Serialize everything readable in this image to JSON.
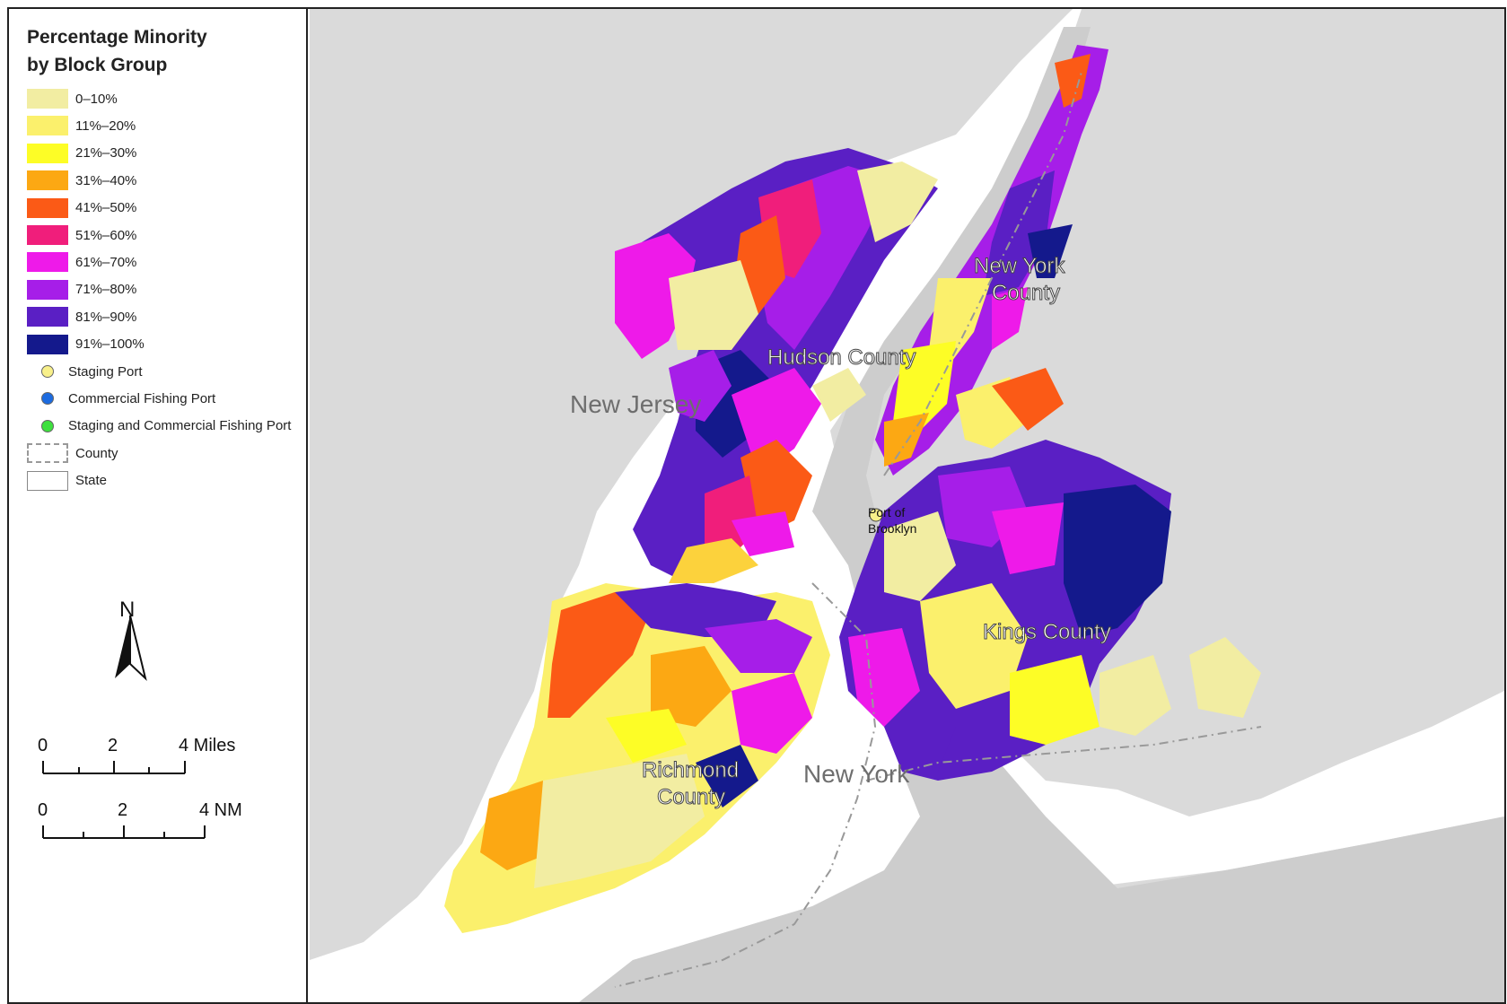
{
  "legend": {
    "title_line1": "Percentage Minority",
    "title_line2": "by Block Group",
    "classes": [
      {
        "label": "0–10%",
        "color": "#f2eda2"
      },
      {
        "label": "11%–20%",
        "color": "#fbf06c"
      },
      {
        "label": "21%–30%",
        "color": "#fdfd26"
      },
      {
        "label": "31%–40%",
        "color": "#fca813"
      },
      {
        "label": "41%–50%",
        "color": "#fb5a16"
      },
      {
        "label": "51%–60%",
        "color": "#f01e7b"
      },
      {
        "label": "61%–70%",
        "color": "#ee1ae9"
      },
      {
        "label": "71%–80%",
        "color": "#a61ee8"
      },
      {
        "label": "81%–90%",
        "color": "#5a1fc4"
      },
      {
        "label": "91%–100%",
        "color": "#14198c"
      }
    ],
    "points": [
      {
        "label": "Staging Port",
        "color": "#f8f08a"
      },
      {
        "label": "Commercial Fishing Port",
        "color": "#1c6be0"
      },
      {
        "label": "Staging and Commercial Fishing Port",
        "color": "#3ee03e"
      }
    ],
    "county_label": "County",
    "state_label": "State"
  },
  "north_arrow": {
    "letter": "N"
  },
  "scale_bars": [
    {
      "ticks": [
        "0",
        "2",
        "4 Miles"
      ]
    },
    {
      "ticks": [
        "0",
        "2",
        "4 NM"
      ]
    }
  ],
  "map_labels": {
    "new_jersey": "New Jersey",
    "new_york": "New York",
    "hudson": "Hudson County",
    "new_york_county_line1": "New York",
    "new_york_county_line2": "County",
    "kings": "Kings County",
    "richmond_line1": "Richmond",
    "richmond_line2": "County",
    "port_line1": "Port of",
    "port_line2": "Brooklyn"
  },
  "colors": {
    "land": "#dadada",
    "water": "#cdcdcd",
    "background": "#ffffff"
  }
}
